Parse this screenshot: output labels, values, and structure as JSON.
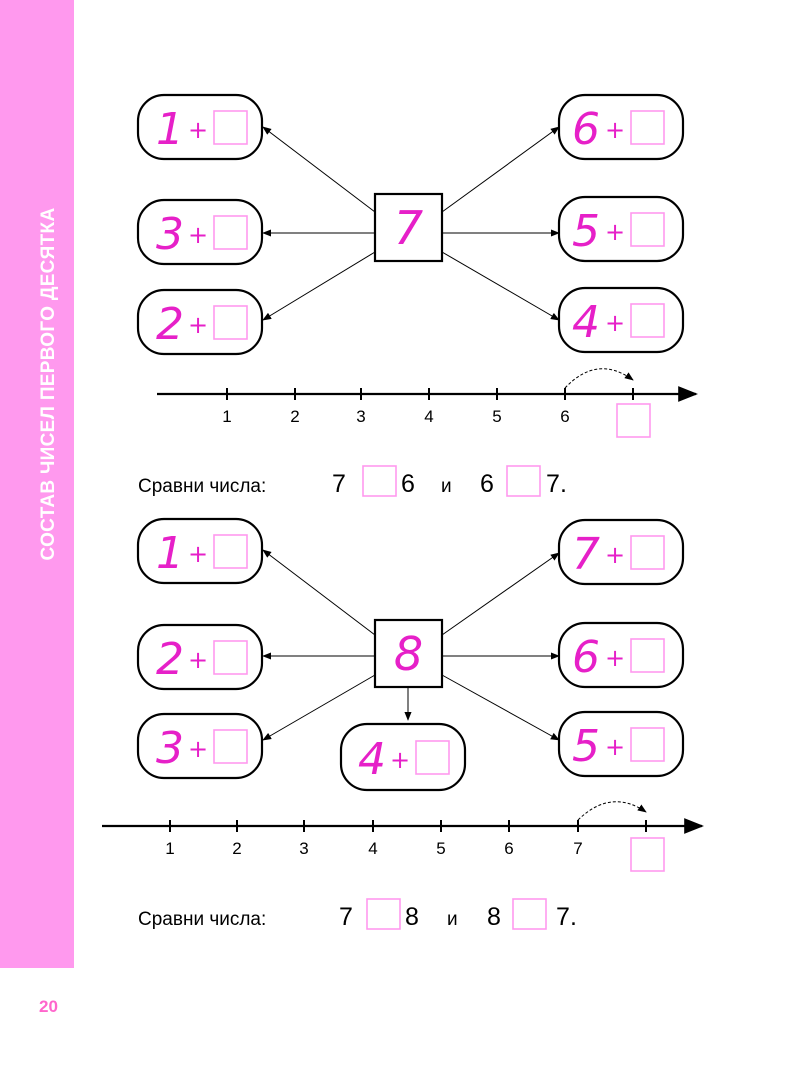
{
  "sidebar": {
    "title": "СОСТАВ ЧИСЕЛ ПЕРВОГО ДЕСЯТКА"
  },
  "page_number": "20",
  "exercises": [
    {
      "hub": "7",
      "left": [
        {
          "addend": "1",
          "op": "+"
        },
        {
          "addend": "3",
          "op": "+"
        },
        {
          "addend": "2",
          "op": "+"
        }
      ],
      "right": [
        {
          "addend": "6",
          "op": "+"
        },
        {
          "addend": "5",
          "op": "+"
        },
        {
          "addend": "4",
          "op": "+"
        }
      ],
      "number_line": {
        "ticks": [
          "1",
          "2",
          "3",
          "4",
          "5",
          "6"
        ]
      },
      "compare": {
        "label": "Сравни числа:",
        "a1": "7",
        "b1": "6",
        "conj": "и",
        "a2": "6",
        "b2": "7",
        "end": "."
      }
    },
    {
      "hub": "8",
      "left": [
        {
          "addend": "1",
          "op": "+"
        },
        {
          "addend": "2",
          "op": "+"
        },
        {
          "addend": "3",
          "op": "+"
        }
      ],
      "right": [
        {
          "addend": "7",
          "op": "+"
        },
        {
          "addend": "6",
          "op": "+"
        },
        {
          "addend": "5",
          "op": "+"
        }
      ],
      "bottom": {
        "addend": "4",
        "op": "+"
      },
      "number_line": {
        "ticks": [
          "1",
          "2",
          "3",
          "4",
          "5",
          "6",
          "7"
        ]
      },
      "compare": {
        "label": "Сравни числа:",
        "a1": "7",
        "b1": "8",
        "conj": "и",
        "a2": "8",
        "b2": "7",
        "end": "."
      }
    }
  ],
  "colors": {
    "sidebar": "#ff99ee",
    "handwriting": "#e620c8",
    "answer_box": "#ff99ee",
    "page_number": "#ff66cc"
  }
}
